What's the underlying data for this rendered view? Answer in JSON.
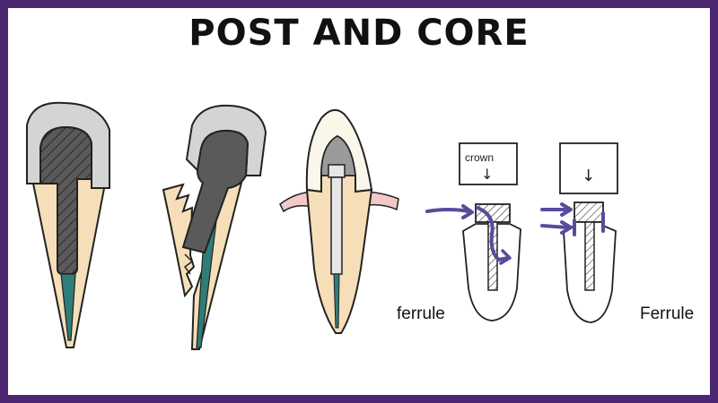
{
  "title": "POST AND CORE",
  "figures": {
    "ferrule_left": {
      "label": "ferrule",
      "crown_box_text": "crown",
      "arrow_glyph": "↓"
    },
    "ferrule_right": {
      "label": "Ferrule",
      "arrow_glyph": "↓"
    }
  },
  "colors": {
    "frame": "#4a2770",
    "crown_gray": "#d4d4d4",
    "core_dark": "#5a5a5a",
    "root_tan": "#f6dfb8",
    "canal_teal": "#2f7d78",
    "gum_pink": "#f3c8c8",
    "arrow_purple": "#5b4a9a"
  }
}
